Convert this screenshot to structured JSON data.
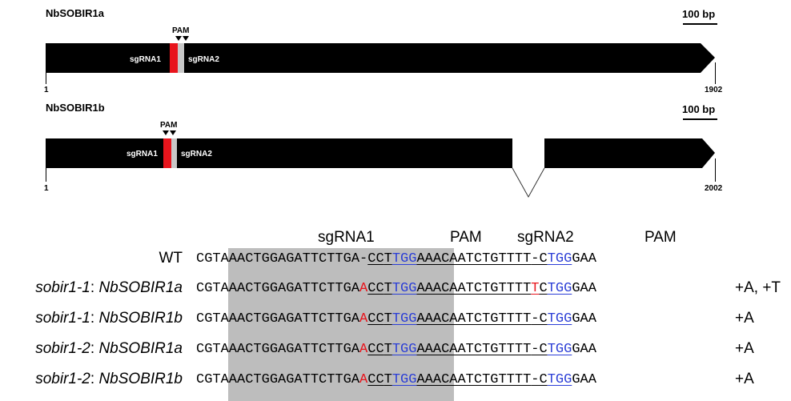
{
  "genes": [
    {
      "title": "NbSOBIR1a",
      "scale_label": "100 bp",
      "pam_label": "PAM",
      "sgrna1_label": "sgRNA1",
      "sgrna2_label": "sgRNA2",
      "start": "1",
      "end": "1902"
    },
    {
      "title": "NbSOBIR1b",
      "scale_label": "100 bp",
      "pam_label": "PAM",
      "sgrna1_label": "sgRNA1",
      "sgrna2_label": "sgRNA2",
      "start": "1",
      "end": "2002"
    }
  ],
  "alignment": {
    "headers": {
      "sgrna1": "sgRNA1",
      "pam1": "PAM",
      "sgrna2": "sgRNA2",
      "pam2": "PAM"
    },
    "rows": [
      {
        "label_plain": "WT",
        "label_italic": "",
        "label_gene": "",
        "seq": {
          "pre": "CGT",
          "sg1": "AAACTGGAGATTCTTGA",
          "ins1": "-",
          "cc": "CC",
          "t": "T",
          "tgg": "TGG",
          "mid": "AAACAATCTGTTTT",
          "ins2": "-",
          "c": "C",
          "tgg2": "TGG",
          "post": "GAA"
        },
        "indel": ""
      },
      {
        "label_plain": "",
        "label_italic": "sobir1-1",
        "label_gene": "NbSOBIR1a",
        "seq": {
          "pre": "CGT",
          "sg1": "AAACTGGAGATTCTTGA",
          "ins1": "A",
          "cc": "CC",
          "t": "T",
          "tgg": "TGG",
          "mid": "AAACAATCTGTTTT",
          "ins2": "T",
          "c": "C",
          "tgg2": "TGG",
          "post": "GAA"
        },
        "indel": "+A, +T"
      },
      {
        "label_plain": "",
        "label_italic": "sobir1-1",
        "label_gene": "NbSOBIR1b",
        "seq": {
          "pre": "CGT",
          "sg1": "AAACTGGAGATTCTTGA",
          "ins1": "A",
          "cc": "CC",
          "t": "T",
          "tgg": "TGG",
          "mid": "AAACAATCTGTTTT",
          "ins2": "-",
          "c": "C",
          "tgg2": "TGG",
          "post": "GAA"
        },
        "indel": "+A"
      },
      {
        "label_plain": "",
        "label_italic": "sobir1-2",
        "label_gene": "NbSOBIR1a",
        "seq": {
          "pre": "CGT",
          "sg1": "AAACTGGAGATTCTTGA",
          "ins1": "A",
          "cc": "CC",
          "t": "T",
          "tgg": "TGG",
          "mid": "AAACAATCTGTTTT",
          "ins2": "-",
          "c": "C",
          "tgg2": "TGG",
          "post": "GAA"
        },
        "indel": "+A"
      },
      {
        "label_plain": "",
        "label_italic": "sobir1-2",
        "label_gene": "NbSOBIR1b",
        "seq": {
          "pre": "CGT",
          "sg1": "AAACTGGAGATTCTTGA",
          "ins1": "A",
          "cc": "CC",
          "t": "T",
          "tgg": "TGG",
          "mid": "AAACAATCTGTTTT",
          "ins2": "-",
          "c": "C",
          "tgg2": "TGG",
          "post": "GAA"
        },
        "indel": "+A"
      }
    ]
  },
  "colors": {
    "sgrna_marker": "#e8141c",
    "pam_marker": "#c8c8c8",
    "insertion": "#e8141c",
    "pam_seq": "#2b3ed6",
    "highlight": "#bdbdbd"
  }
}
